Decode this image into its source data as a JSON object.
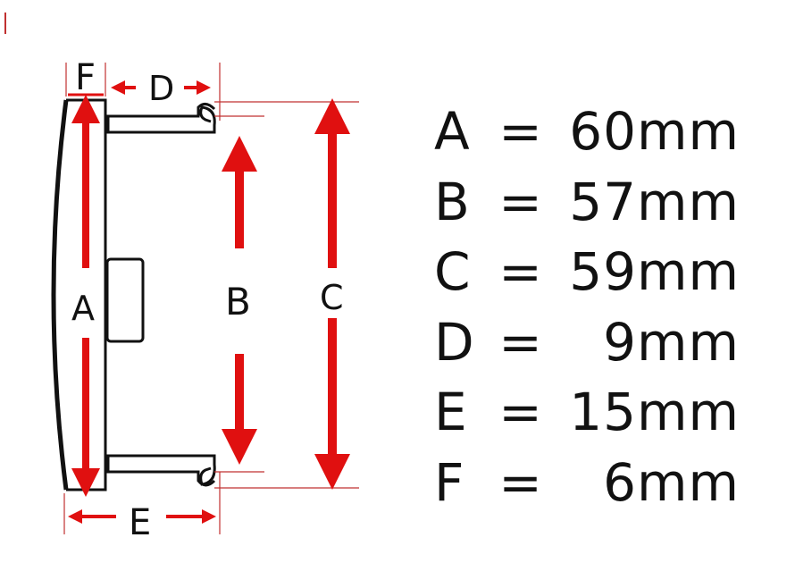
{
  "colors": {
    "arrow": "#e01010",
    "guide": "#c03030",
    "outline": "#111111"
  },
  "diagram_labels": {
    "A": "A",
    "B": "B",
    "C": "C",
    "D": "D",
    "E": "E",
    "F": "F"
  },
  "dimensions": [
    {
      "key": "A",
      "eq": "=",
      "value": "60mm"
    },
    {
      "key": "B",
      "eq": "=",
      "value": "57mm"
    },
    {
      "key": "C",
      "eq": "=",
      "value": "59mm"
    },
    {
      "key": "D",
      "eq": "=",
      "value": "9mm"
    },
    {
      "key": "E",
      "eq": "=",
      "value": "15mm"
    },
    {
      "key": "F",
      "eq": "=",
      "value": "6mm"
    }
  ]
}
